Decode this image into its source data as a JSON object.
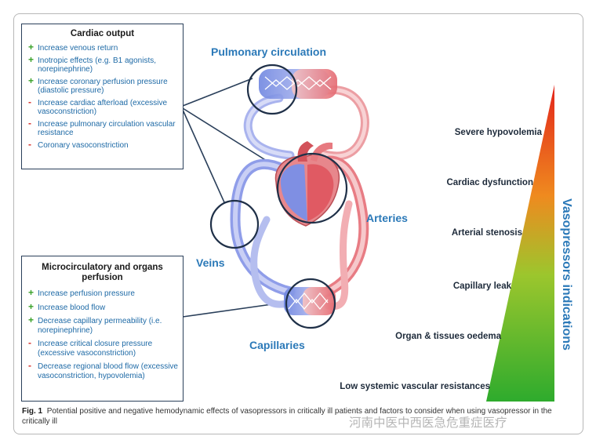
{
  "cardiac_output": {
    "title": "Cardiac output",
    "items": [
      {
        "sign": "+",
        "text": "Increase venous return"
      },
      {
        "sign": "+",
        "text": "Inotropic effects (e.g. B1 agonists, norepinephrine)"
      },
      {
        "sign": "+",
        "text": "Increase coronary perfusion pressure (diastolic pressure)"
      },
      {
        "sign": "-",
        "text": "Increase cardiac afterload (excessive vasoconstriction)"
      },
      {
        "sign": "-",
        "text": "Increase pulmonary circulation vascular resistance"
      },
      {
        "sign": "-",
        "text": "Coronary vasoconstriction"
      }
    ]
  },
  "microcirculatory": {
    "title": "Microcirculatory and organs perfusion",
    "items": [
      {
        "sign": "+",
        "text": "Increase perfusion pressure"
      },
      {
        "sign": "+",
        "text": "Increase blood flow"
      },
      {
        "sign": "+",
        "text": "Decrease capillary permeability (i.e. norepinephrine)"
      },
      {
        "sign": "-",
        "text": "Increase critical closure pressure (excessive vasoconstriction)"
      },
      {
        "sign": "-",
        "text": "Decrease regional blood flow (excessive vasoconstriction, hypovolemia)"
      }
    ]
  },
  "diagram_labels": {
    "pulmonary": "Pulmonary circulation",
    "arteries": "Arteries",
    "veins": "Veins",
    "capillaries": "Capillaries"
  },
  "indications": {
    "title": "Vasopressors indications",
    "levels": [
      "Severe hypovolemia",
      "Cardiac dysfunction",
      "Arterial stenosis",
      "Capillary leak",
      "Organ & tissues oedema",
      "Low systemic vascular resistances"
    ],
    "gradient_colors": [
      "#e3241b",
      "#ef8a1f",
      "#9cc62d",
      "#2eab2d"
    ]
  },
  "caption": {
    "label": "Fig. 1",
    "text": "Potential positive and negative hemodynamic effects of vasopressors in critically ill patients and factors to consider when using vasopressor in the critically ill"
  },
  "watermark": "河南中医中西医急危重症医疗"
}
